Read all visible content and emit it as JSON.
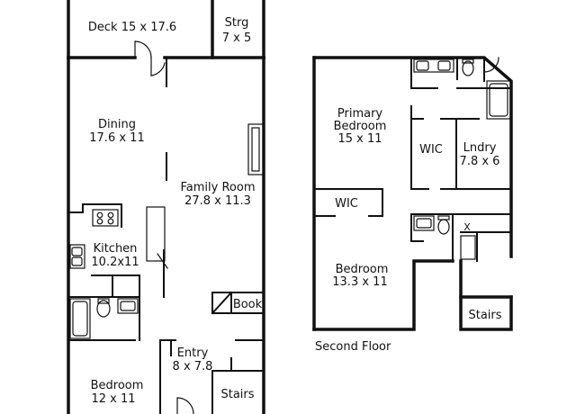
{
  "rooms": {
    "deck": {
      "name": "Deck",
      "dims": "15 x 17.6"
    },
    "strg": {
      "name": "Strg",
      "dims": "7 x 5"
    },
    "dining": {
      "name": "Dining",
      "dims": "17.6 x 11"
    },
    "family_room": {
      "name": "Family Room",
      "dims": "27.8 x 11.3"
    },
    "kitchen": {
      "name": "Kitchen",
      "dims": "10.2x11"
    },
    "book": {
      "name": "Book"
    },
    "entry": {
      "name": "Entry",
      "dims": "8 x 7.8"
    },
    "bedroom_1": {
      "name": "Bedroom",
      "dims": "12 x 11"
    },
    "stairs_1": {
      "name": "Stairs"
    },
    "primary_bedroom": {
      "name": "Primary\nBedroom",
      "line1": "Primary",
      "line2": "Bedroom",
      "dims": "15 x 11"
    },
    "wic_1": {
      "name": "WIC"
    },
    "lndry": {
      "name": "Lndry",
      "dims": "7.8 x 6"
    },
    "wic_2": {
      "name": "WIC"
    },
    "bedroom_2": {
      "name": "Bedroom",
      "dims": "13.3 x 11"
    },
    "stairs_2": {
      "name": "Stairs"
    },
    "x_mark": {
      "name": "X"
    }
  },
  "captions": {
    "second_floor": "Second Floor"
  }
}
